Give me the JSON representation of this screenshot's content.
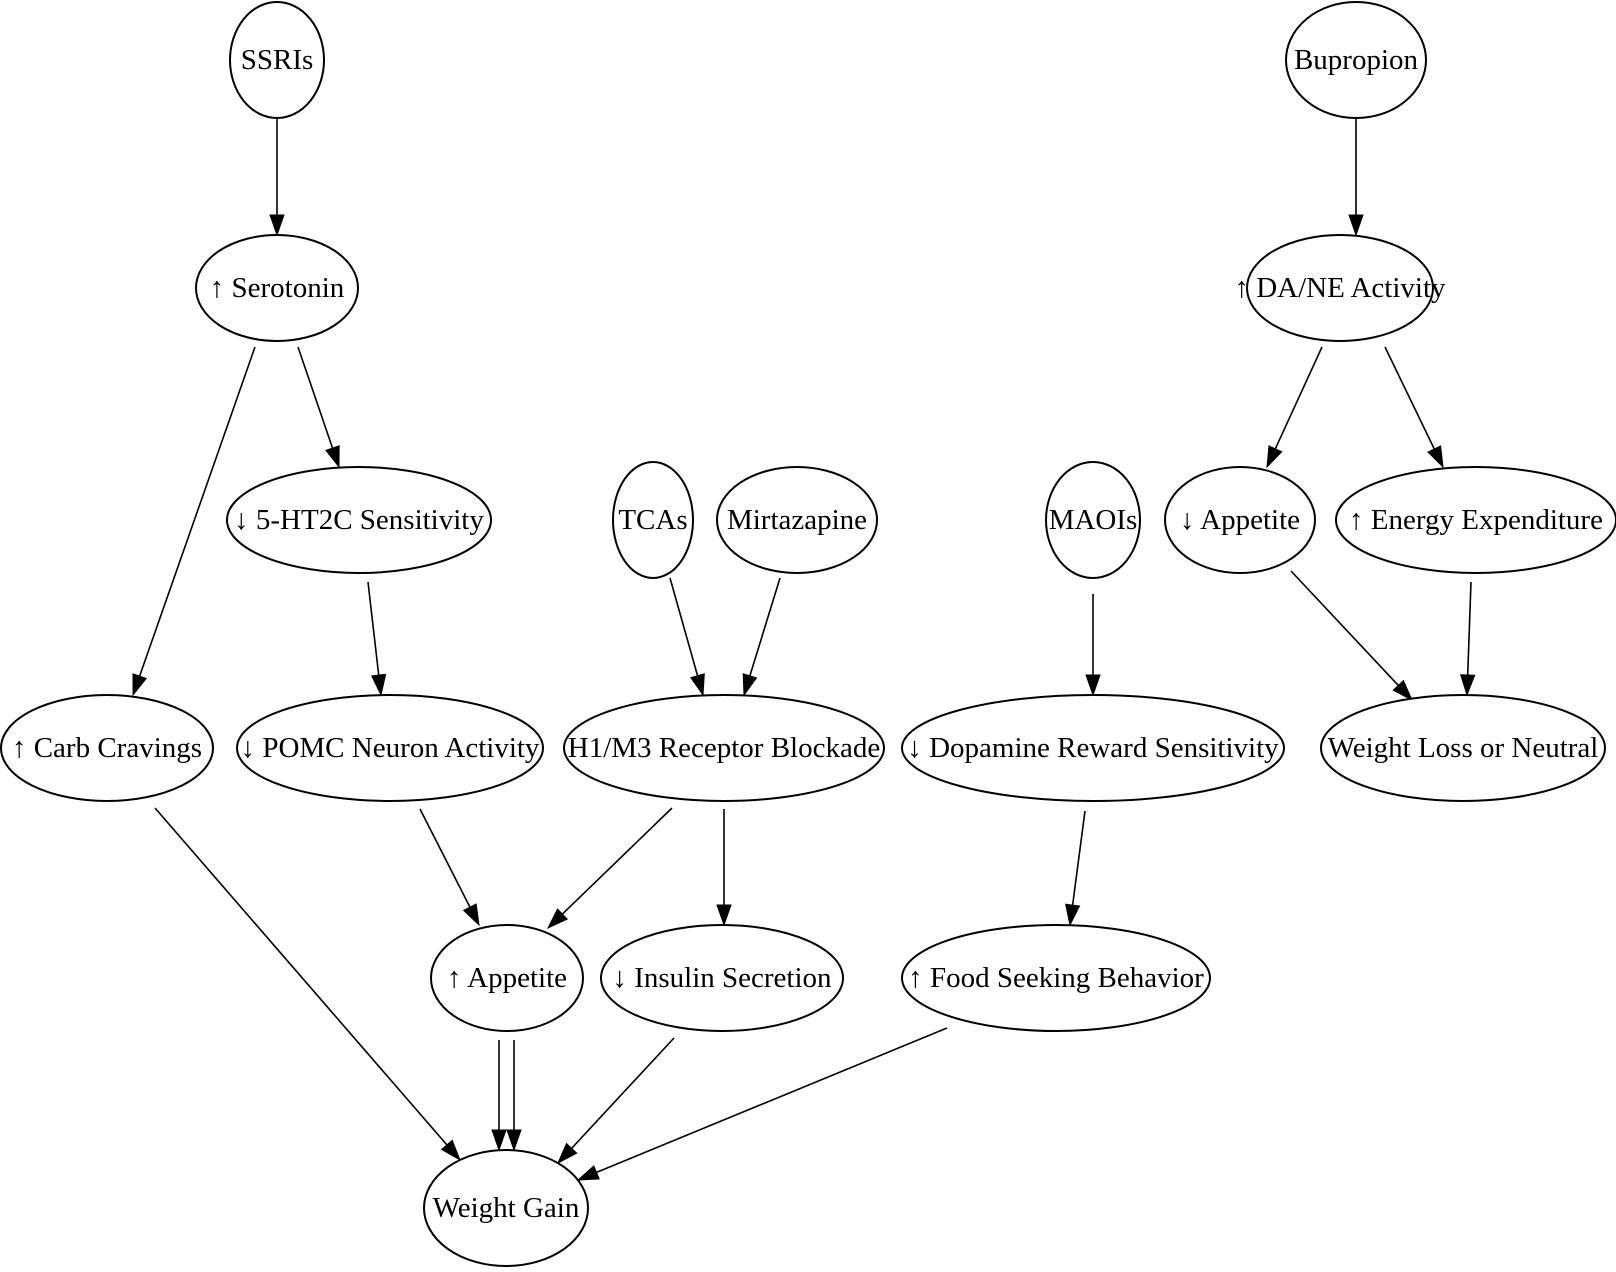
{
  "nodes": {
    "ssris": "SSRIs",
    "serotonin": "↑ Serotonin",
    "ht2c": "↓ 5-HT2C Sensitivity",
    "carb": "↑ Carb Cravings",
    "pomc": "↓ POMC Neuron Activity",
    "tcas": "TCAs",
    "mirtazapine": "Mirtazapine",
    "h1m3": "H1/M3 Receptor Blockade",
    "appetite_up": "↑ Appetite",
    "insulin": "↓ Insulin Secretion",
    "maois": "MAOIs",
    "dopamine": "↓ Dopamine Reward Sensitivity",
    "food": "↑ Food Seeking Behavior",
    "weight_gain": "Weight Gain",
    "bupropion": "Bupropion",
    "dane": "↑ DA/NE Activity",
    "appetite_down": "↓ Appetite",
    "energy": "↑ Energy Expenditure",
    "weight_loss": "Weight Loss or Neutral"
  },
  "edges": [
    [
      "ssris",
      "serotonin"
    ],
    [
      "serotonin",
      "carb"
    ],
    [
      "serotonin",
      "ht2c"
    ],
    [
      "ht2c",
      "pomc"
    ],
    [
      "tcas",
      "h1m3"
    ],
    [
      "mirtazapine",
      "h1m3"
    ],
    [
      "maois",
      "dopamine"
    ],
    [
      "carb",
      "weight_gain"
    ],
    [
      "pomc",
      "appetite_up"
    ],
    [
      "h1m3",
      "appetite_up"
    ],
    [
      "h1m3",
      "insulin"
    ],
    [
      "dopamine",
      "food"
    ],
    [
      "appetite_up",
      "weight_gain"
    ],
    [
      "appetite_up",
      "weight_gain"
    ],
    [
      "insulin",
      "weight_gain"
    ],
    [
      "food",
      "weight_gain"
    ],
    [
      "bupropion",
      "dane"
    ],
    [
      "dane",
      "appetite_down"
    ],
    [
      "dane",
      "energy"
    ],
    [
      "appetite_down",
      "weight_loss"
    ],
    [
      "energy",
      "weight_loss"
    ]
  ]
}
